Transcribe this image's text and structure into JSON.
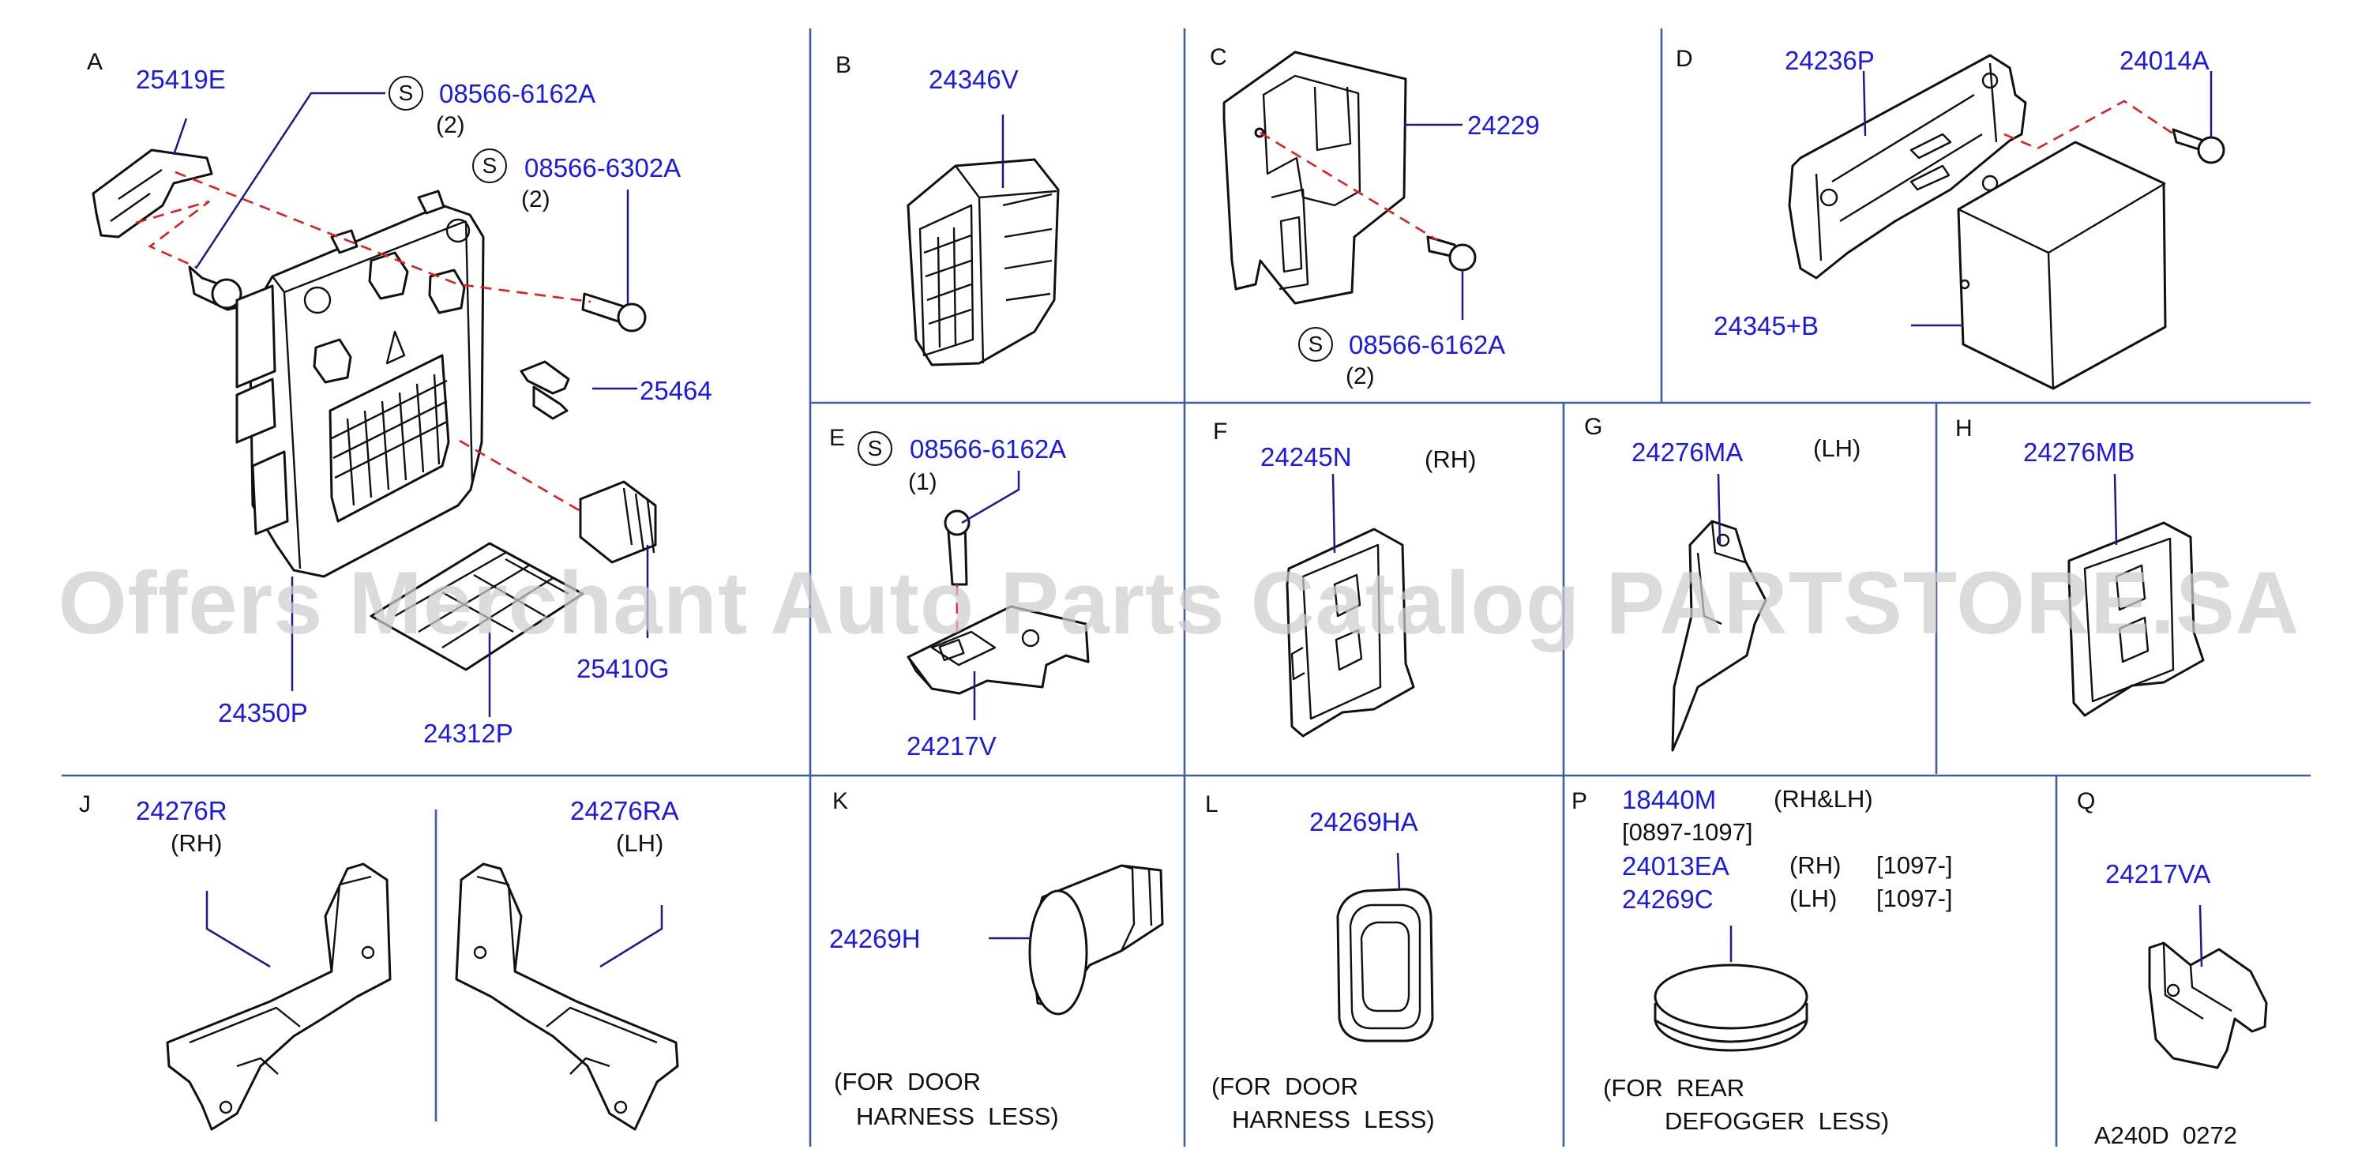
{
  "sections": {
    "A": {
      "letter": "A",
      "parts": [
        "25419E",
        "08566-6162A",
        "08566-6302A",
        "25464",
        "25410G",
        "24350P",
        "24312P"
      ],
      "qty1": "(2)",
      "qty2": "(2)",
      "s1": "S",
      "s2": "S"
    },
    "B": {
      "letter": "B",
      "parts": [
        "24346V"
      ]
    },
    "C": {
      "letter": "C",
      "parts": [
        "24229",
        "08566-6162A"
      ],
      "qty": "(2)",
      "s": "S"
    },
    "D": {
      "letter": "D",
      "parts": [
        "24236P",
        "24014A",
        "24345+B"
      ]
    },
    "E": {
      "letter": "E",
      "parts": [
        "08566-6162A",
        "24217V"
      ],
      "qty": "(1)",
      "s": "S"
    },
    "F": {
      "letter": "F",
      "parts": [
        "24245N"
      ],
      "side": "(RH)"
    },
    "G": {
      "letter": "G",
      "parts": [
        "24276MA"
      ],
      "side": "(LH)"
    },
    "H": {
      "letter": "H",
      "parts": [
        "24276MB"
      ]
    },
    "J": {
      "letter": "J",
      "parts": [
        "24276R",
        "24276RA"
      ],
      "side_left": "(RH)",
      "side_right": "(LH)"
    },
    "K": {
      "letter": "K",
      "parts": [
        "24269H"
      ],
      "note_line1": "(FOR  DOOR",
      "note_line2": "HARNESS  LESS)"
    },
    "L": {
      "letter": "L",
      "parts": [
        "24269HA"
      ],
      "note_line1": "(FOR  DOOR",
      "note_line2": "HARNESS  LESS)"
    },
    "P": {
      "letter": "P",
      "parts": [
        "18440M",
        "24013EA",
        "24269C"
      ],
      "side1": "(RH&LH)",
      "date1": "[0897-1097]",
      "side2": "(RH)",
      "date2": "[1097-]",
      "side3": "(LH)",
      "date3": "[1097-]",
      "note_line1": "(FOR  REAR",
      "note_line2": "DEFOGGER  LESS)"
    },
    "Q": {
      "letter": "Q",
      "parts": [
        "24217VA"
      ]
    }
  },
  "watermark": "Offers Merchant Auto Parts Catalog PARTSTORE.SA",
  "diagram_code": "A240D  0272",
  "colors": {
    "part_number": "#1a1ae6",
    "leader": "#1a1a8c",
    "phantom_line": "#e02020",
    "divider": "#3b5fa0",
    "text": "#111111"
  }
}
